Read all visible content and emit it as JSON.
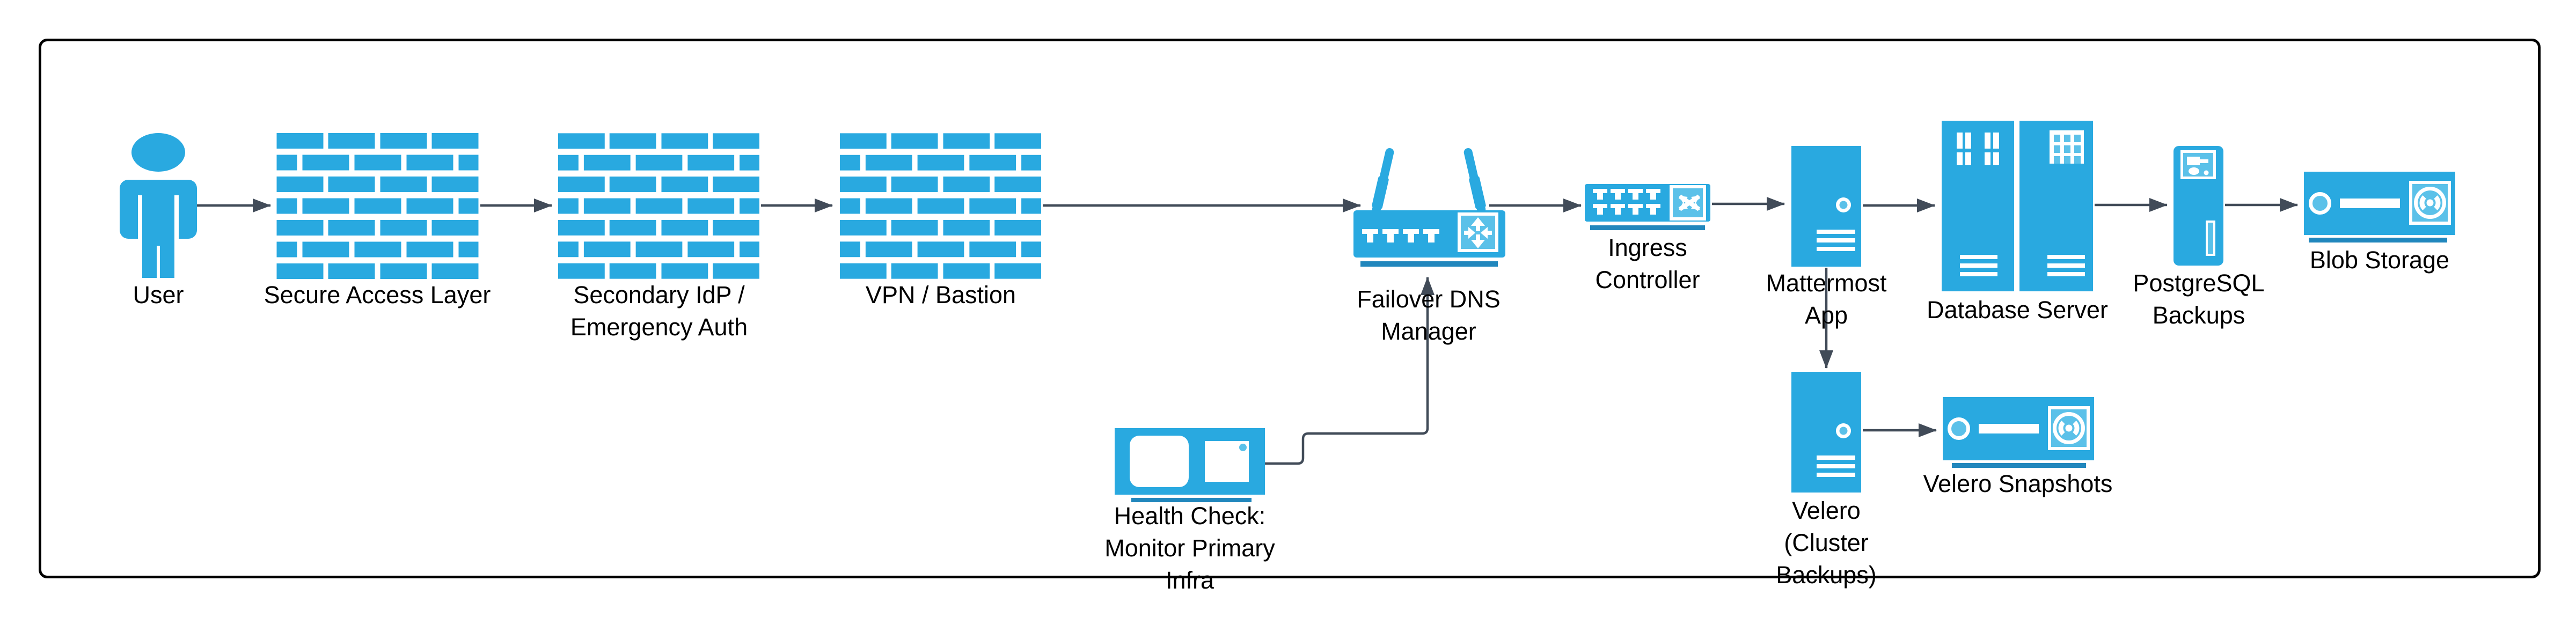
{
  "colors": {
    "node_fill": "#29A9E0",
    "node_fill_light": "#5BC1E9",
    "shadow_bar": "#2187BD",
    "connector": "#414B58",
    "text": "#000000",
    "frame": "#000000",
    "background": "#ffffff"
  },
  "nodes": [
    {
      "id": "user",
      "icon": "person-icon",
      "label_lines": [
        "User"
      ]
    },
    {
      "id": "secure-access-layer",
      "icon": "firewall-icon",
      "label_lines": [
        "Secure Access Layer"
      ]
    },
    {
      "id": "secondary-idp",
      "icon": "firewall-icon",
      "label_lines": [
        "Secondary IdP /",
        "Emergency Auth"
      ]
    },
    {
      "id": "vpn-bastion",
      "icon": "firewall-icon",
      "label_lines": [
        "VPN / Bastion"
      ]
    },
    {
      "id": "failover-dns-manager",
      "icon": "wireless-router-icon",
      "label_lines": [
        "Failover DNS",
        "Manager"
      ]
    },
    {
      "id": "ingress-controller",
      "icon": "switch-icon",
      "label_lines": [
        "Ingress",
        "Controller"
      ]
    },
    {
      "id": "mattermost-app",
      "icon": "tower-server-icon",
      "label_lines": [
        "Mattermost",
        "App"
      ]
    },
    {
      "id": "database-server",
      "icon": "rack-servers-icon",
      "label_lines": [
        "Database Server"
      ]
    },
    {
      "id": "postgresql-backups",
      "icon": "tower-pc-icon",
      "label_lines": [
        "PostgreSQL",
        "Backups"
      ]
    },
    {
      "id": "blob-storage",
      "icon": "disk-storage-icon",
      "label_lines": [
        "Blob Storage"
      ]
    },
    {
      "id": "health-check",
      "icon": "monitor-icon",
      "label_lines": [
        "Health Check:",
        "Monitor Primary",
        "Infra"
      ]
    },
    {
      "id": "velero",
      "icon": "tower-server-icon",
      "label_lines": [
        "Velero",
        "(Cluster",
        "Backups)"
      ]
    },
    {
      "id": "velero-snapshots",
      "icon": "disk-storage-icon",
      "label_lines": [
        "Velero Snapshots"
      ]
    }
  ],
  "edges": [
    {
      "from": "user",
      "to": "secure-access-layer"
    },
    {
      "from": "secure-access-layer",
      "to": "secondary-idp"
    },
    {
      "from": "secondary-idp",
      "to": "vpn-bastion"
    },
    {
      "from": "vpn-bastion",
      "to": "failover-dns-manager"
    },
    {
      "from": "failover-dns-manager",
      "to": "ingress-controller"
    },
    {
      "from": "ingress-controller",
      "to": "mattermost-app"
    },
    {
      "from": "mattermost-app",
      "to": "database-server"
    },
    {
      "from": "database-server",
      "to": "postgresql-backups"
    },
    {
      "from": "postgresql-backups",
      "to": "blob-storage"
    },
    {
      "from": "mattermost-app",
      "to": "velero"
    },
    {
      "from": "velero",
      "to": "velero-snapshots"
    },
    {
      "from": "health-check",
      "to": "failover-dns-manager"
    }
  ]
}
